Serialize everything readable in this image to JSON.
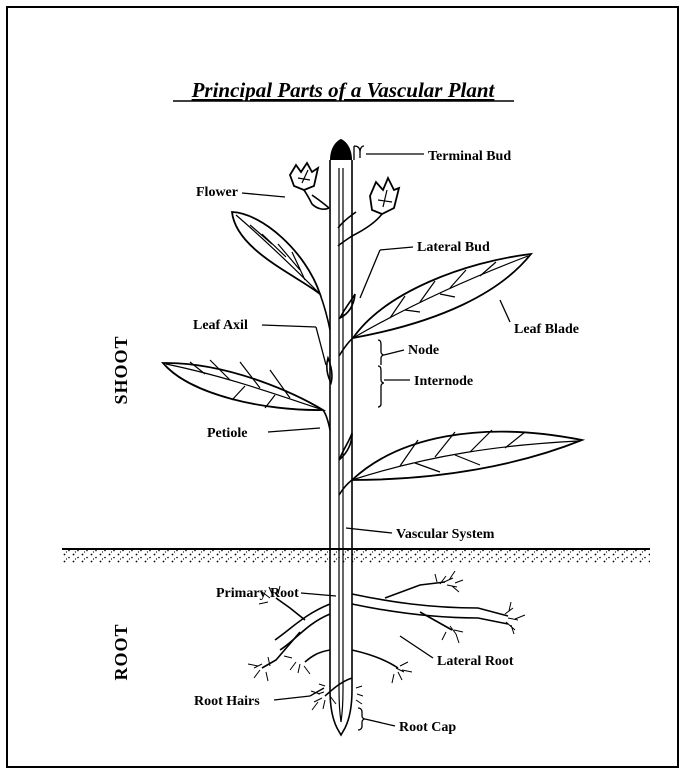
{
  "title": "Principal Parts of a Vascular Plant",
  "sections": {
    "shoot": "SHOOT",
    "root": "ROOT"
  },
  "labels": {
    "terminal_bud": "Terminal Bud",
    "flower": "Flower",
    "lateral_bud": "Lateral Bud",
    "leaf_axil": "Leaf Axil",
    "leaf_blade": "Leaf Blade",
    "node": "Node",
    "internode": "Internode",
    "petiole": "Petiole",
    "vascular_system": "Vascular System",
    "primary_root": "Primary Root",
    "lateral_root": "Lateral Root",
    "root_hairs": "Root Hairs",
    "root_cap": "Root Cap"
  }
}
